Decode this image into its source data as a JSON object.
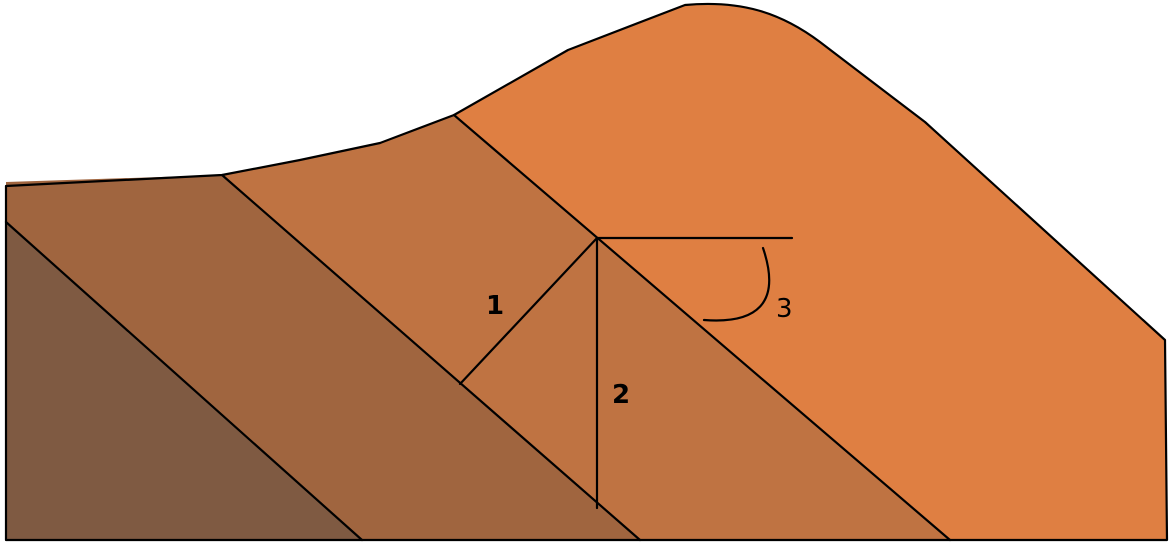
{
  "diagram": {
    "labels": {
      "one": "1",
      "two": "2",
      "three": "3"
    },
    "colors": {
      "background": "#ffffff",
      "layer_darkest": "#7f5a42",
      "layer_dark": "#a0653f",
      "layer_mid": "#bf7342",
      "layer_light": "#df7f42",
      "line": "#000000"
    }
  }
}
